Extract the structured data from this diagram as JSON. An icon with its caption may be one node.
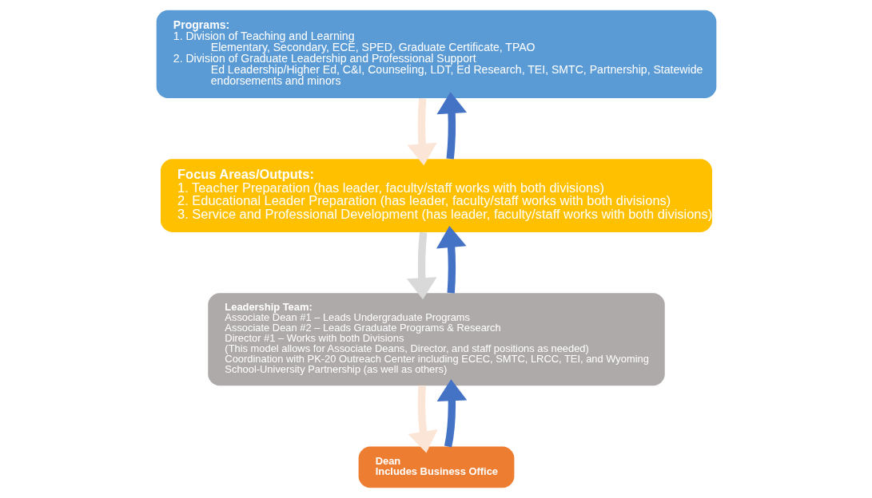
{
  "diagram": {
    "nodes": [
      {
        "text": [
          "Programs:",
          "1. Division of Teaching and Learning",
          "Elementary, Secondary, ECE, SPED, Graduate Certificate, TPAO",
          "2. Division of Graduate Leadership and Professional Support",
          "Ed Leadership/Higher Ed, C&I, Counseling, LDT, Ed Research, TEI, SMTC, Partnership, Statewide endorsements and minors"
        ]
      },
      {
        "text": [
          "Focus Areas/Outputs:",
          "1. Teacher Preparation (has leader, faculty/staff works with both divisions)",
          "2. Educational Leader Preparation (has leader, faculty/staff works with both divisions)",
          "3. Service and Professional Development (has leader, faculty/staff works with both divisions)"
        ]
      },
      {
        "text": [
          "Leadership Team:",
          "Associate Dean #1 – Leads Undergraduate Programs",
          "Associate Dean #2 – Leads Graduate Programs & Research",
          "Director #1 – Works with both Divisions",
          "(This model allows for Associate Deans, Director, and staff positions as needed)",
          "Coordination with PK-20 Outreach Center including ECEC, SMTC, LRCC, TEI, and Wyoming School-University Partnership (as well as others)"
        ]
      },
      {
        "text": [
          "Dean",
          "Includes Business Office"
        ]
      }
    ],
    "edges": [
      {
        "from": 1,
        "to": 0,
        "arrow": "to",
        "color": "#4472c4"
      },
      {
        "from": 0,
        "to": 1,
        "arrow": "to",
        "color": "#fbe5d6"
      },
      {
        "from": 2,
        "to": 1,
        "arrow": "to",
        "color": "#4472c4"
      },
      {
        "from": 1,
        "to": 2,
        "arrow": "to",
        "color": "#d9d9d9"
      },
      {
        "from": 3,
        "to": 2,
        "arrow": "to",
        "color": "#4472c4"
      },
      {
        "from": 2,
        "to": 3,
        "arrow": "to",
        "color": "#fbe5d6"
      }
    ]
  }
}
